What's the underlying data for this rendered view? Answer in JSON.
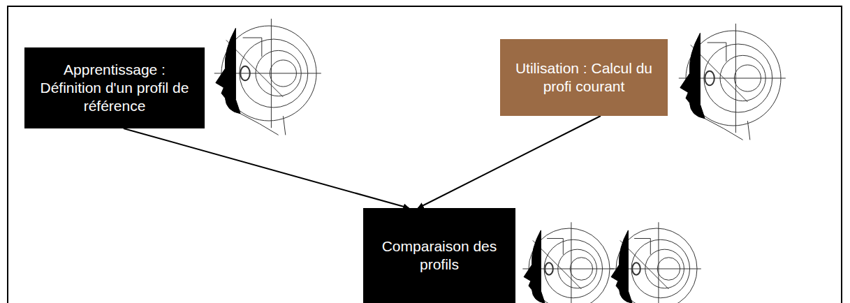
{
  "diagram": {
    "nodes": [
      {
        "text": [
          "Apprentissage : Définition d'un profil de référence"
        ]
      },
      {
        "text": [
          "Utilisation : Calcul du profi courant"
        ]
      },
      {
        "text": [
          "Comparaison des profils"
        ]
      }
    ],
    "edges": [
      {
        "from": 0,
        "to": 2,
        "arrow": "to"
      },
      {
        "from": 1,
        "to": 2,
        "arrow": "to"
      }
    ]
  }
}
